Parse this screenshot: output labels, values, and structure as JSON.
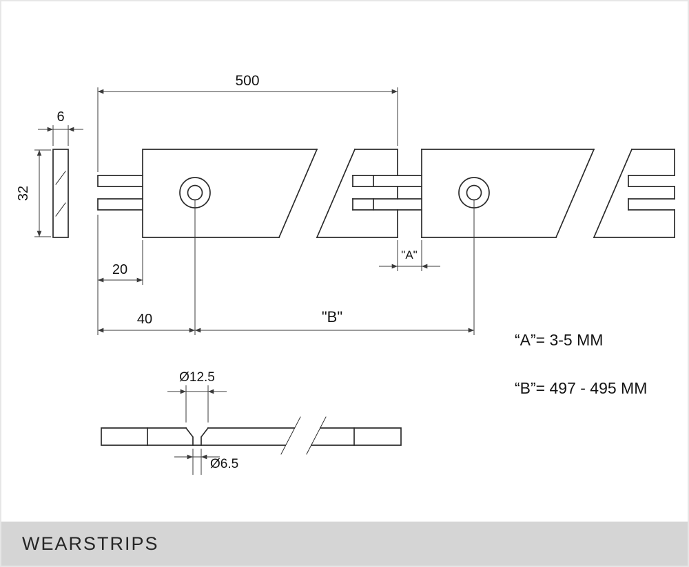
{
  "footer": {
    "title": "WEARSTRIPS"
  },
  "dimensions": {
    "pitch": "500",
    "thickness": "6",
    "width": "32",
    "tab_length": "20",
    "hole_offset": "40",
    "gap": "\"A\"",
    "span": "\"B\"",
    "countersink_dia": "Ø12.5",
    "hole_dia": "Ø6.5"
  },
  "notes": {
    "gap_note": "“A”= 3-5 MM",
    "span_note": "“B”= 497 - 495 MM"
  },
  "colors": {
    "line": "#2b2b2b",
    "dim_line": "#3a3a3a",
    "footer_bg": "#d5d5d5",
    "page_bg": "#ffffff",
    "border": "#e6e6e6"
  }
}
